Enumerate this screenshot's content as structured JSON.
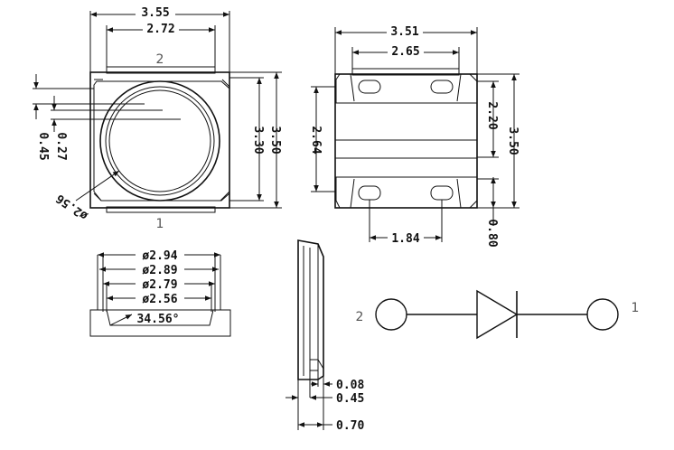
{
  "top_view": {
    "pin_top": "2",
    "pin_bottom": "1",
    "dims": {
      "width_outer": "3.55",
      "width_inner": "2.72",
      "height_outer": "3.50",
      "height_inner": "3.30",
      "offset_a": "0.45",
      "offset_b": "0.27",
      "lens_diameter": "ø2.56"
    }
  },
  "bottom_view": {
    "dims": {
      "width_outer": "3.51",
      "width_inner": "2.65",
      "height_outer": "3.50",
      "pad_gap": "2.20",
      "pad_span": "2.64",
      "pad_pitch": "1.84",
      "pad_height": "0.80"
    }
  },
  "section_view": {
    "dims": {
      "d1": "ø2.94",
      "d2": "ø2.89",
      "d3": "ø2.79",
      "d4": "ø2.56",
      "angle": "34.56°"
    }
  },
  "side_view": {
    "dims": {
      "t1": "0.08",
      "t2": "0.45",
      "t3": "0.70"
    }
  },
  "schematic": {
    "pin_left": "2",
    "pin_right": "1"
  }
}
